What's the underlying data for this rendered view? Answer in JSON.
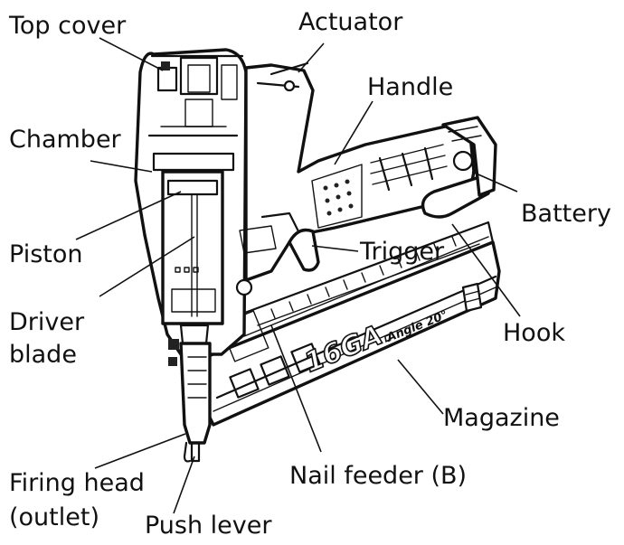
{
  "labels": {
    "top_cover": "Top cover",
    "actuator": "Actuator",
    "handle": "Handle",
    "chamber": "Chamber",
    "battery": "Battery",
    "piston": "Piston",
    "trigger": "Trigger",
    "driver_blade_line1": "Driver",
    "driver_blade_line2": "blade",
    "hook": "Hook",
    "magazine": "Magazine",
    "firing_head_line1": "Firing head",
    "firing_head_line2": "(outlet)",
    "nail_feeder": "Nail feeder (B)",
    "push_lever": "Push lever"
  },
  "magazine_marking": {
    "gauge": "16GA.",
    "angle": "Angle 20°"
  }
}
